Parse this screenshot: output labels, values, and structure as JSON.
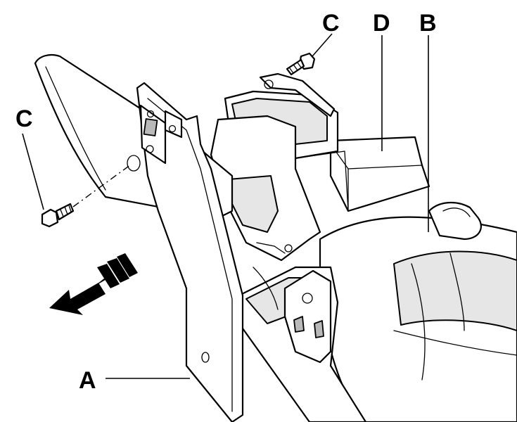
{
  "callouts": {
    "a": "A",
    "b": "B",
    "c_left": "C",
    "c_top": "C",
    "d": "D"
  },
  "colors": {
    "line": "#000000",
    "background": "#ffffff",
    "shade": "#e6e6e6"
  },
  "icons": {
    "direction_arrow": "arrow-left-down-icon",
    "bolt": "bolt-icon"
  }
}
